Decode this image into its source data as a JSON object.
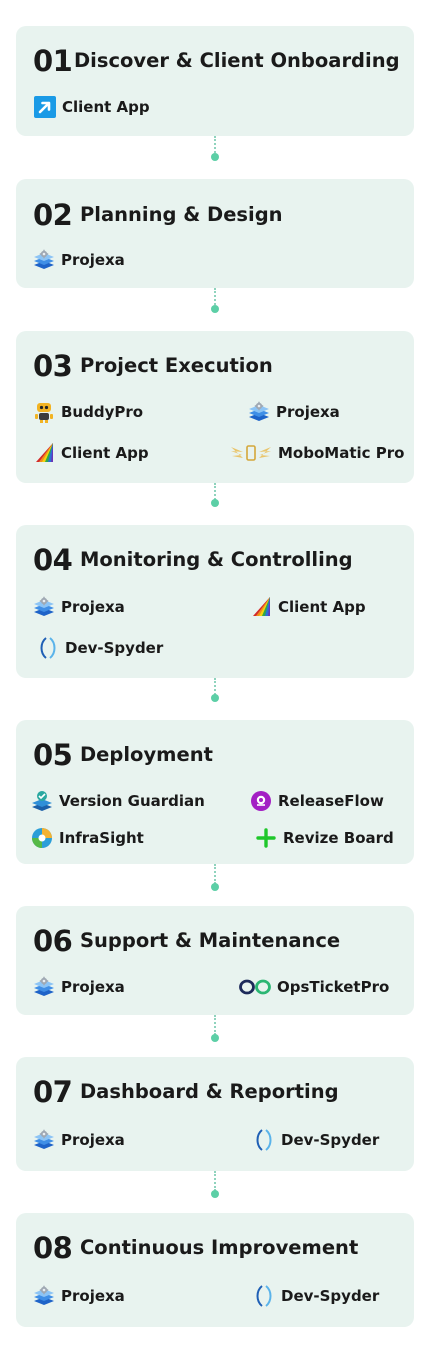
{
  "stages": [
    {
      "number": "01",
      "title": "Discover & Client Onboarding",
      "tools": [
        {
          "label": "Client App",
          "icon": "client-app-arrow-icon"
        }
      ]
    },
    {
      "number": "02",
      "title": "Planning & Design",
      "tools": [
        {
          "label": "Projexa",
          "icon": "projexa-layers-icon"
        }
      ]
    },
    {
      "number": "03",
      "title": "Project Execution",
      "tools": [
        {
          "label": "BuddyPro",
          "icon": "buddypro-robot-icon"
        },
        {
          "label": "Projexa",
          "icon": "projexa-layers-icon"
        },
        {
          "label": "Client App",
          "icon": "client-app-prism-icon"
        },
        {
          "label": "MoboMatic Pro",
          "icon": "mobomatic-wings-icon"
        }
      ]
    },
    {
      "number": "04",
      "title": "Monitoring & Controlling",
      "tools": [
        {
          "label": "Projexa",
          "icon": "projexa-layers-icon"
        },
        {
          "label": "Client App",
          "icon": "client-app-prism-icon"
        },
        {
          "label": "Dev-Spyder",
          "icon": "dev-spyder-brackets-icon"
        }
      ]
    },
    {
      "number": "05",
      "title": "Deployment",
      "tools": [
        {
          "label": "Version Guardian",
          "icon": "version-guardian-icon"
        },
        {
          "label": "ReleaseFlow",
          "icon": "releaseflow-icon"
        },
        {
          "label": "InfraSight",
          "icon": "infrasight-icon"
        },
        {
          "label": "Revize Board",
          "icon": "revize-plus-icon"
        }
      ]
    },
    {
      "number": "06",
      "title": "Support & Maintenance",
      "tools": [
        {
          "label": "Projexa",
          "icon": "projexa-layers-icon"
        },
        {
          "label": "OpsTicketPro",
          "icon": "opsticketpro-infinity-icon"
        }
      ]
    },
    {
      "number": "07",
      "title": "Dashboard & Reporting",
      "tools": [
        {
          "label": "Projexa",
          "icon": "projexa-layers-icon"
        },
        {
          "label": "Dev-Spyder",
          "icon": "dev-spyder-brackets-icon"
        }
      ]
    },
    {
      "number": "08",
      "title": "Continuous Improvement",
      "tools": [
        {
          "label": "Projexa",
          "icon": "projexa-layers-icon"
        },
        {
          "label": "Dev-Spyder",
          "icon": "dev-spyder-brackets-icon"
        }
      ]
    }
  ],
  "colors": {
    "card_bg": "#e8f3ef",
    "connector": "#5ccfa6",
    "text": "#1a1a1a"
  }
}
